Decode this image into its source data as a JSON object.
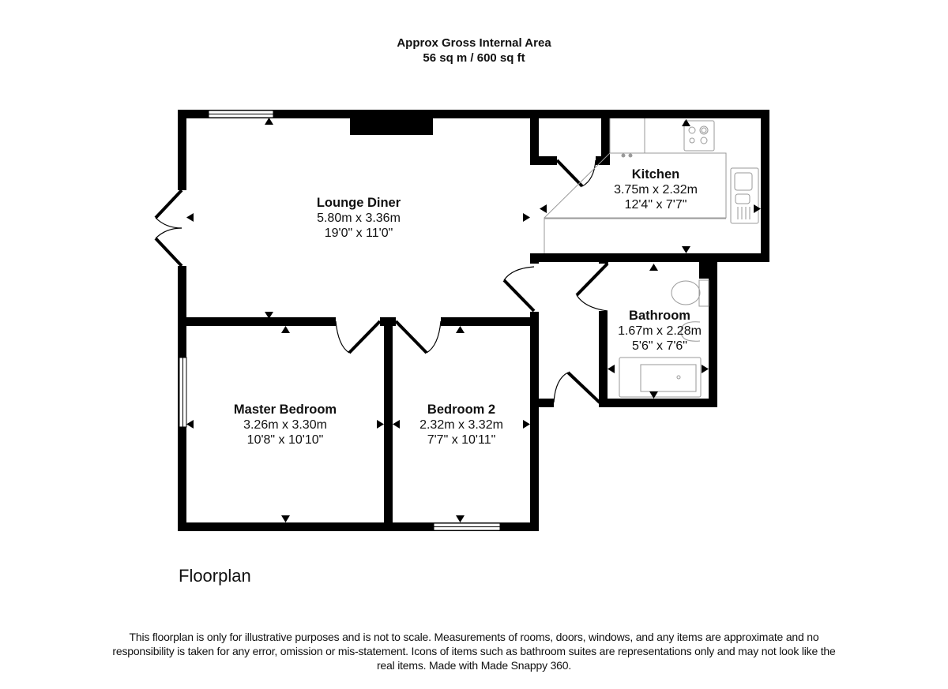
{
  "header": {
    "title": "Approx Gross Internal Area",
    "area": "56 sq m / 600 sq ft"
  },
  "rooms": [
    {
      "name": "Lounge Diner",
      "metric": "5.80m x 3.36m",
      "imperial": "19'0\" x 11'0\""
    },
    {
      "name": "Kitchen",
      "metric": "3.75m x 2.32m",
      "imperial": "12'4\" x 7'7\""
    },
    {
      "name": "Bathroom",
      "metric": "1.67m x 2.28m",
      "imperial": "5'6\" x 7'6\""
    },
    {
      "name": "Master Bedroom",
      "metric": "3.26m x 3.30m",
      "imperial": "10'8\" x 10'10\""
    },
    {
      "name": "Bedroom 2",
      "metric": "2.32m x 3.32m",
      "imperial": "7'7\" x 10'11\""
    }
  ],
  "plan_title": "Floorplan",
  "disclaimer": "This floorplan is only for illustrative purposes and is not to scale. Measurements of rooms, doors, windows, and any items are approximate and no responsibility is taken for any error, omission or mis-statement. Icons of items such as bathroom suites are representations only and may not look like the real items. Made with Made Snappy 360.",
  "colors": {
    "wall": "#000000",
    "fixture": "#9a9a9a",
    "background": "#ffffff"
  }
}
